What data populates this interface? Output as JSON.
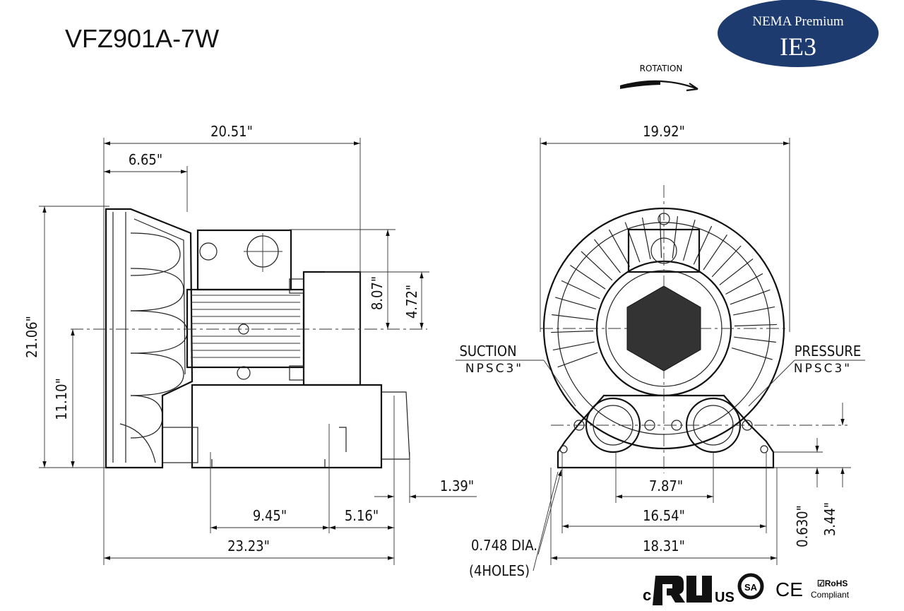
{
  "title": "VFZ901A-7W",
  "badge": {
    "line1": "NEMA Premium",
    "line2": "IE3",
    "color": "#1d3b6e"
  },
  "rotation_label": "ROTATION",
  "side_view": {
    "overall_length": "20.51\"",
    "housing_depth": "6.65\"",
    "overall_height": "21.06\"",
    "center_height": "11.10\"",
    "terminal_height": "8.07\"",
    "motor_half_height": "4.72\"",
    "base_length": "9.45\"",
    "base_offset": "5.16\"",
    "total_length": "23.23\"",
    "base_extension": "1.39\""
  },
  "front_view": {
    "overall_width": "19.92\"",
    "suction_label": "SUCTION",
    "suction_thread": "NPSC3\"",
    "pressure_label": "PRESSURE",
    "pressure_thread": "NPSC3\"",
    "port_spacing": "7.87\"",
    "hole_spacing": "16.54\"",
    "base_width": "18.31\"",
    "base_thickness": "0.630\"",
    "port_height": "3.44\"",
    "hole_dia": "0.748 DIA.",
    "hole_count": "(4HOLES)"
  },
  "certifications": {
    "cul_c": "c",
    "cul_us": "US",
    "ce": "CE",
    "rohs": "RoHS",
    "rohs_sub": "Compliant"
  }
}
